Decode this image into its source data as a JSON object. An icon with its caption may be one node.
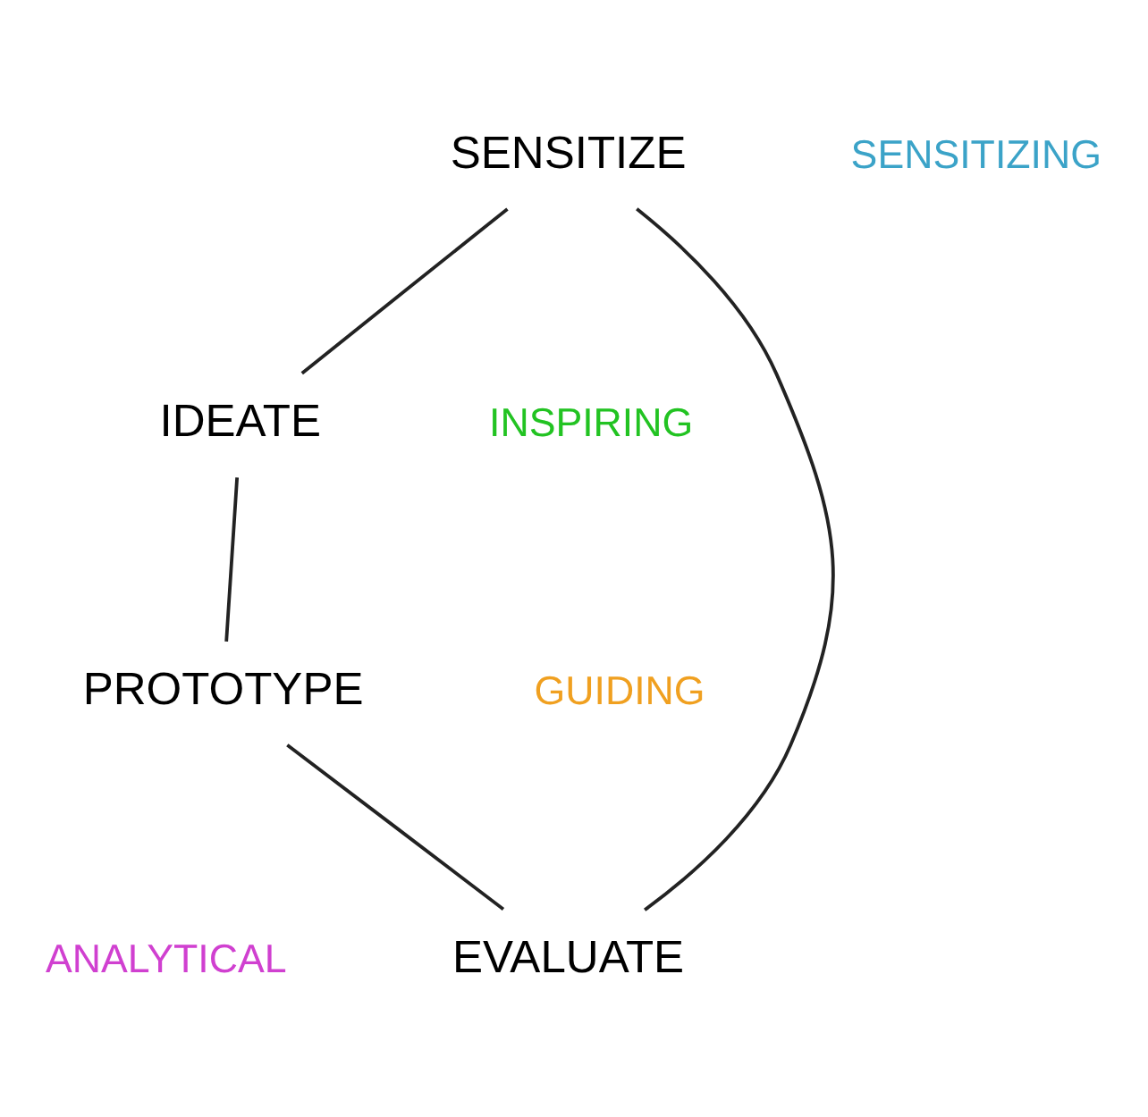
{
  "diagram": {
    "nodes": [
      {
        "text": [
          "SENSITIZE"
        ]
      },
      {
        "text": [
          "IDEATE"
        ]
      },
      {
        "text": [
          "PROTOTYPE"
        ]
      },
      {
        "text": [
          "EVALUATE"
        ]
      }
    ],
    "edges": [
      {
        "from": 0,
        "to": 1,
        "arrow": "none"
      },
      {
        "from": 1,
        "to": 2,
        "arrow": "none"
      },
      {
        "from": 2,
        "to": 3,
        "arrow": "none"
      },
      {
        "from": 3,
        "to": 0,
        "arrow": "none"
      }
    ],
    "labels": [
      "SENSITIZING",
      "INSPIRING",
      "GUIDING",
      "ANALYTICAL"
    ]
  }
}
